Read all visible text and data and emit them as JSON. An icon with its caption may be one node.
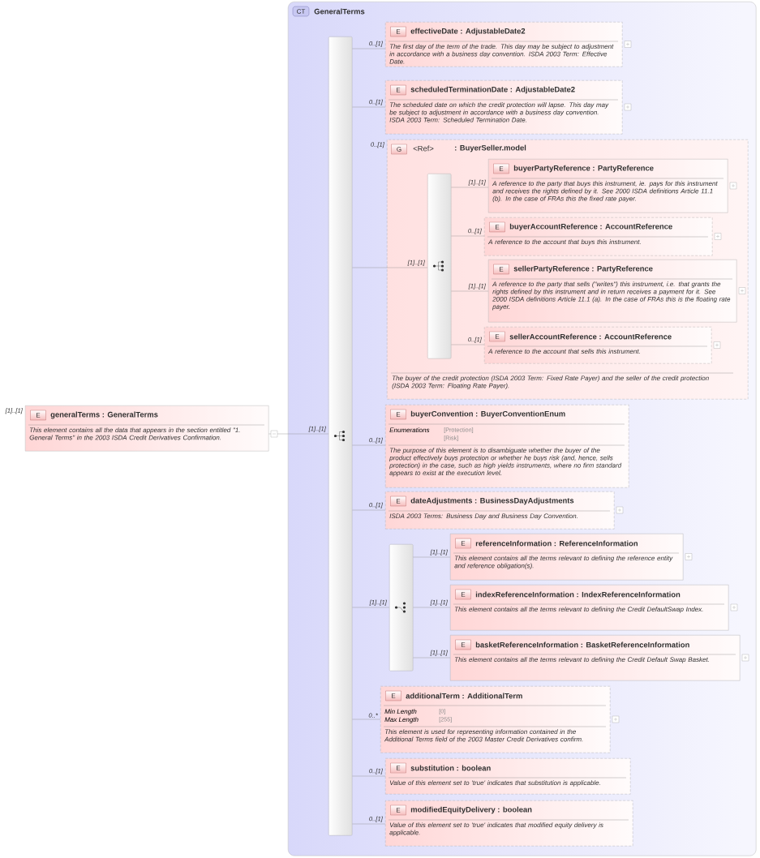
{
  "diagram": {
    "nodes": [
      {
        "text": [
          "E",
          "generalTerms : GeneralTerms",
          "This element contains all the data that appears in the section entitled \"1. General Terms\" in the 2003 ISDA Credit Derivatives Confirmation."
        ],
        "beside": [
          "[1]..[1]"
        ]
      },
      {
        "text": [
          "CT",
          "GeneralTerms"
        ]
      },
      {
        "text": [],
        "shape": "bar",
        "in": 1
      },
      {
        "text": [
          "E",
          "effectiveDate : AdjustableDate2",
          "The first day of the term of the trade. This day may be subject to adjustment in accordance with a business day convention. ISDA 2003 Term: Effective Date."
        ],
        "in": 1
      },
      {
        "text": [
          "E",
          "scheduledTerminationDate : AdjustableDate2",
          "The scheduled date on which the credit protection will lapse. This day may be subject to adjustment in accordance with a business day convention. ISDA 2003 Term: Scheduled Termination Date."
        ],
        "in": 1
      },
      {
        "text": [
          "G",
          "<Ref>",
          ": BuyerSeller.model",
          "The buyer of the credit protection (ISDA 2003 Term: Fixed Rate Payer) and the seller of the credit protection (ISDA 2003 Term: Floating Rate Payer)."
        ],
        "beside": [
          "0..[1]"
        ],
        "in": 1
      },
      {
        "text": [],
        "shape": "bar",
        "in": 5
      },
      {
        "text": [
          "E",
          "buyerPartyReference : PartyReference",
          "A reference to the party that buys this instrument, ie. pays for this instrument and receives the rights defined by it. See 2000 ISDA definitions Article 11.1 (b). In the case of FRAs this the fixed rate payer."
        ],
        "in": 5
      },
      {
        "text": [
          "E",
          "buyerAccountReference : AccountReference",
          "A reference to the account that buys this instrument."
        ],
        "in": 5
      },
      {
        "text": [
          "E",
          "sellerPartyReference : PartyReference",
          "A reference to the party that sells (\"writes\") this instrument, i.e. that grants the rights defined by this instrument and in return receives a payment for it. See 2000 ISDA definitions Article 11.1 (a). In the case of FRAs this is the floating rate payer."
        ],
        "in": 5
      },
      {
        "text": [
          "E",
          "sellerAccountReference : AccountReference",
          "A reference to the account that sells this instrument."
        ],
        "in": 5
      },
      {
        "text": [
          "E",
          "buyerConvention : BuyerConventionEnum",
          "Enumerations",
          "[Protection]",
          "[Risk]",
          "The purpose of this element is to disambiguate whether the buyer of the product effectively buys protection or whether he buys risk (and, hence, sells protection) in the case, such as high yields instruments, where no firm standard appears to exist at the execution level."
        ],
        "in": 1
      },
      {
        "text": [
          "E",
          "dateAdjustments : BusinessDayAdjustments",
          "ISDA 2003 Terms: Business Day and Business Day Convention."
        ],
        "in": 1
      },
      {
        "text": [],
        "shape": "bar",
        "in": 1
      },
      {
        "text": [
          "E",
          "referenceInformation : ReferenceInformation",
          "This element contains all the terms relevant to defining the reference entity and reference obligation(s)."
        ],
        "in": 1
      },
      {
        "text": [
          "E",
          "indexReferenceInformation : IndexReferenceInformation",
          "This element contains all the terms relevant to defining the Credit DefaultSwap Index."
        ],
        "in": 1
      },
      {
        "text": [
          "E",
          "basketReferenceInformation : BasketReferenceInformation",
          "This element contains all the terms relevant to defining the Credit Default Swap Basket."
        ],
        "in": 1
      },
      {
        "text": [
          "E",
          "additionalTerm : AdditionalTerm",
          "Min Length",
          "[0]",
          "Max Length",
          "[255]",
          "This element is used for representing information contained in the Additional Terms field of the 2003 Master Credit Derivatives confirm."
        ],
        "in": 1
      },
      {
        "text": [
          "E",
          "substitution : boolean",
          "Value of this element set to 'true' indicates that substitution is applicable."
        ],
        "in": 1
      },
      {
        "text": [
          "E",
          "modifiedEquityDelivery : boolean",
          "Value of this element set to 'true' indicates that modified equity delivery is applicable."
        ],
        "in": 1
      }
    ],
    "edges": [
      {
        "from": 0,
        "to": 2,
        "arrow": "none",
        "label": "[1]..[1]"
      },
      {
        "from": 2,
        "to": 3,
        "arrow": "none",
        "label": "0..[1]"
      },
      {
        "from": 2,
        "to": 4,
        "arrow": "none",
        "label": "0..[1]"
      },
      {
        "from": 2,
        "to": 6,
        "arrow": "none",
        "label": "[1]..[1]"
      },
      {
        "from": 6,
        "to": 7,
        "arrow": "none",
        "label": "[1]..[1]"
      },
      {
        "from": 6,
        "to": 8,
        "arrow": "none",
        "label": "0..[1]"
      },
      {
        "from": 6,
        "to": 9,
        "arrow": "none",
        "label": "[1]..[1]"
      },
      {
        "from": 6,
        "to": 10,
        "arrow": "none",
        "label": "0..[1]"
      },
      {
        "from": 2,
        "to": 11,
        "arrow": "none",
        "label": "0..[1]"
      },
      {
        "from": 2,
        "to": 12,
        "arrow": "none",
        "label": "0..[1]"
      },
      {
        "from": 2,
        "to": 13,
        "arrow": "none",
        "label": "[1]..[1]"
      },
      {
        "from": 13,
        "to": 14,
        "arrow": "none",
        "label": "[1]..[1]"
      },
      {
        "from": 13,
        "to": 15,
        "arrow": "none",
        "label": "[1]..[1]"
      },
      {
        "from": 13,
        "to": 16,
        "arrow": "none",
        "label": "[1]..[1]"
      },
      {
        "from": 2,
        "to": 17,
        "arrow": "none",
        "label": "0..*"
      },
      {
        "from": 2,
        "to": 18,
        "arrow": "none",
        "label": "0..[1]"
      },
      {
        "from": 2,
        "to": 19,
        "arrow": "none",
        "label": "0..[1]"
      }
    ]
  }
}
